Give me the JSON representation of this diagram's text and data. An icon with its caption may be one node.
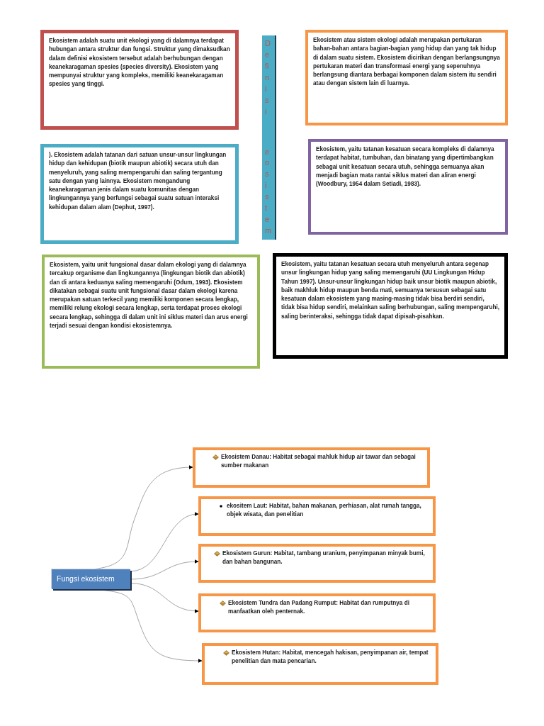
{
  "diagram": {
    "nodes": [
      {
        "text": [
          "Ekosistem adalah suatu unit ekologi yang di dalamnya terdapat hubungan antara struktur dan fungsi. Struktur yang dimaksudkan dalam definisi ekosistem tersebut adalah berhubungan dengan keanekaragaman spesies (species diversity). Ekosistem yang mempunyai struktur yang kompleks, memiliki keanekaragaman spesies yang tinggi."
        ]
      },
      {
        "text": [
          "Definisi",
          "eosistem"
        ]
      },
      {
        "text": [
          "Ekosistem atau sistem ekologi adalah merupakan pertukaran bahan-bahan antara bagian-bagian yang hidup dan yang tak hidup di dalam suatu sistem. Ekosistem dicirikan dengan berlangsungnya pertukaran materi dan transformasi energi yang sepenuhnya berlangsung diantara berbagai komponen dalam sistem itu sendiri atau dengan sistem lain di luarnya."
        ]
      },
      {
        "text": [
          "). Ekosistem adalah tatanan dari satuan unsur-unsur lingkungan hidup dan kehidupan (biotik maupun abiotik) secara utuh dan menyeluruh, yang saling mempengaruhi dan saling tergantung satu dengan yang lainnya. Ekosistem mengandung keanekaragaman jenis dalam suatu komunitas dengan lingkungannya yang berfungsi sebagai suatu satuan interaksi kehidupan dalam alam (Dephut, 1997)."
        ]
      },
      {
        "text": [
          "Ekosistem, yaitu tatanan kesatuan secara kompleks di dalamnya terdapat habitat, tumbuhan, dan binatang yang dipertimbangkan sebagai unit kesatuan secara utuh, sehingga semuanya akan menjadi bagian mata rantai siklus materi dan aliran energi (Woodbury, 1954 dalam Setiadi, 1983)."
        ]
      },
      {
        "text": [
          "Ekosistem, yaitu unit fungsional dasar dalam ekologi yang di dalamnya tercakup organisme dan lingkungannya (lingkungan biotik dan abiotik) dan di antara keduanya saling memengaruhi (Odum, 1993). Ekosistem dikatakan sebagai suatu unit fungsional dasar dalam ekologi karena merupakan satuan terkecil yang memiliki komponen secara lengkap, memiliki relung ekologi secara lengkap, serta terdapat proses ekologi secara lengkap, sehingga di dalam unit ini siklus materi dan arus energi terjadi sesuai dengan kondisi ekosistemnya."
        ]
      },
      {
        "text": [
          "Ekosistem, yaitu tatanan kesatuan secara utuh menyeluruh antara segenap unsur lingkungan hidup yang saling memengaruhi (UU Lingkungan Hidup Tahun 1997). Unsur-unsur lingkungan hidup baik unsur biotik maupun abiotik, baik makhluk hidup maupun benda mati, semuanya tersusun sebagai satu kesatuan dalam ekosistem yang masing-masing tidak bisa berdiri sendiri, tidak bisa hidup sendiri, melainkan saling berhubungan, saling mempengaruhi, saling berinteraksi, sehingga tidak dapat dipisah-pisahkan."
        ]
      },
      {
        "text": [
          "Fungsi ekosistem"
        ]
      },
      {
        "text": [
          "Ekosistem Danau: Habitat sebagai mahluk hidup air tawar dan sebagai sumber makanan"
        ]
      },
      {
        "text": [
          "ekositem Laut: Habitat, bahan makanan, perhiasan, alat rumah tangga, objek wisata, dan penelitian"
        ]
      },
      {
        "text": [
          "Ekosistem Gurun: Habitat, tambang uranium, penyimpanan minyak bumi, dan bahan bangunan."
        ]
      },
      {
        "text": [
          "Ekosistem Tundra dan Padang Rumput: Habitat dan rumputnya di manfaatkan oleh penternak."
        ]
      },
      {
        "text": [
          "Ekosistem Hutan: Habitat, mencegah hakisan, penyimpanan air, tempat penelitian dan mata pencarian."
        ]
      }
    ],
    "edges": [
      {
        "from": 7,
        "to": 8,
        "arrow": "to"
      },
      {
        "from": 7,
        "to": 9,
        "arrow": "to"
      },
      {
        "from": 7,
        "to": 10,
        "arrow": "to"
      },
      {
        "from": 7,
        "to": 11,
        "arrow": "to"
      },
      {
        "from": 7,
        "to": 12,
        "arrow": "to"
      }
    ]
  }
}
